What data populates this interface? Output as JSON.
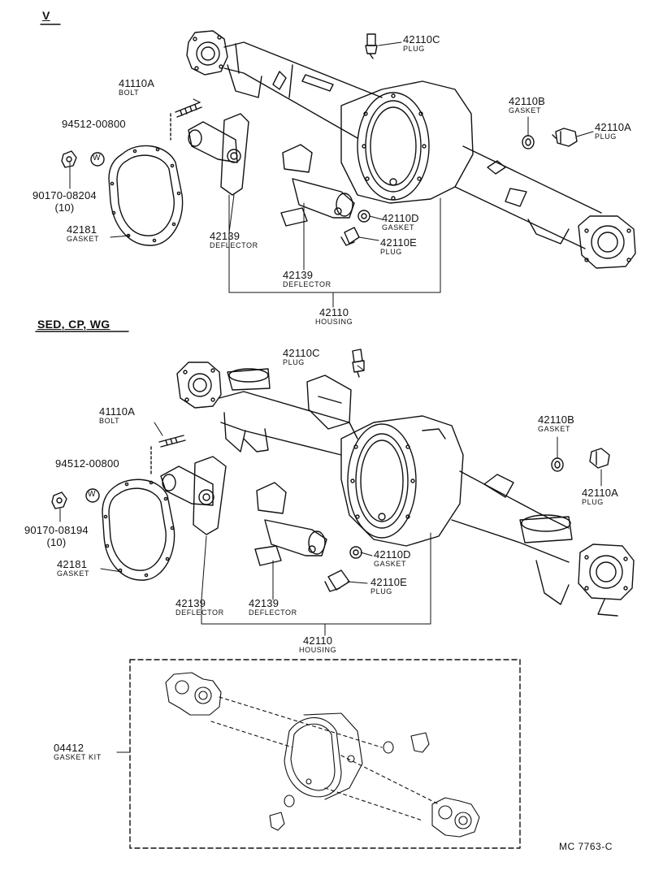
{
  "sections": [
    {
      "title": "V"
    },
    {
      "title": "SED, CP, WG"
    }
  ],
  "callouts_v": [
    {
      "part": "42110C",
      "desc": "PLUG"
    },
    {
      "part": "41110A",
      "desc": "BOLT"
    },
    {
      "part": "42110B",
      "desc": "GASKET"
    },
    {
      "part": "94512-00800",
      "desc": ""
    },
    {
      "part": "42110A",
      "desc": "PLUG"
    },
    {
      "part": "90170-08204",
      "desc": "(10)"
    },
    {
      "part": "42181",
      "desc": "GASKET"
    },
    {
      "part": "42110D",
      "desc": "GASKET"
    },
    {
      "part": "42139",
      "desc": "DEFLECTOR"
    },
    {
      "part": "42110E",
      "desc": "PLUG"
    },
    {
      "part": "42139",
      "desc": "DEFLECTOR"
    },
    {
      "part": "42110",
      "desc": "HOUSING"
    }
  ],
  "callouts_sed": [
    {
      "part": "42110C",
      "desc": "PLUG"
    },
    {
      "part": "41110A",
      "desc": "BOLT"
    },
    {
      "part": "42110B",
      "desc": "GASKET"
    },
    {
      "part": "94512-00800",
      "desc": ""
    },
    {
      "part": "42110A",
      "desc": "PLUG"
    },
    {
      "part": "90170-08194",
      "desc": "(10)"
    },
    {
      "part": "42181",
      "desc": "GASKET"
    },
    {
      "part": "42110D",
      "desc": "GASKET"
    },
    {
      "part": "42110E",
      "desc": "PLUG"
    },
    {
      "part": "42139",
      "desc": "DEFLECTOR"
    },
    {
      "part": "42139",
      "desc": "DEFLECTOR"
    },
    {
      "part": "42110",
      "desc": "HOUSING"
    }
  ],
  "kit": {
    "part": "04412",
    "desc": "GASKET KIT"
  },
  "washer_symbol": "W",
  "drawing_code": "MC  7763-C"
}
